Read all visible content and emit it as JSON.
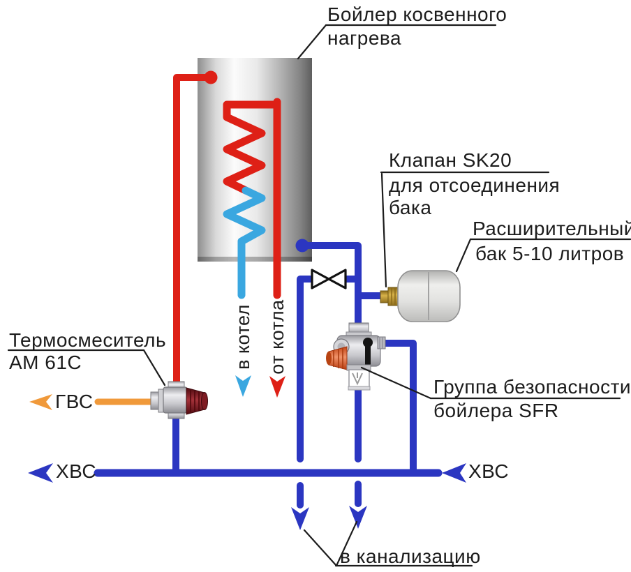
{
  "colors": {
    "hot": "#de2016",
    "warm": "#3aa7e0",
    "cold": "#2b36c1",
    "mixed": "#f0993a",
    "ink": "#1c1c1c"
  },
  "labels": {
    "boiler_line1": "Бойлер косвенного",
    "boiler_line2": "нагрева",
    "sk20_line1": "Клапан SK20",
    "sk20_line2": "для отсоединения",
    "sk20_line3": "бака",
    "expansion_line1": "Расширительный",
    "expansion_line2": "бак 5-10 литров",
    "mixer_line1": "Термосмеситель",
    "mixer_line2": "АМ 61С",
    "safety_line1": "Группа безопасности",
    "safety_line2": "бойлера SFR",
    "sewer": "в канализацию",
    "flow_to_boiler": "в котел",
    "flow_from_boiler": "от котла",
    "dhw": "ГВС",
    "cold_water_left": "ХВС",
    "cold_water_right": "ХВС"
  }
}
